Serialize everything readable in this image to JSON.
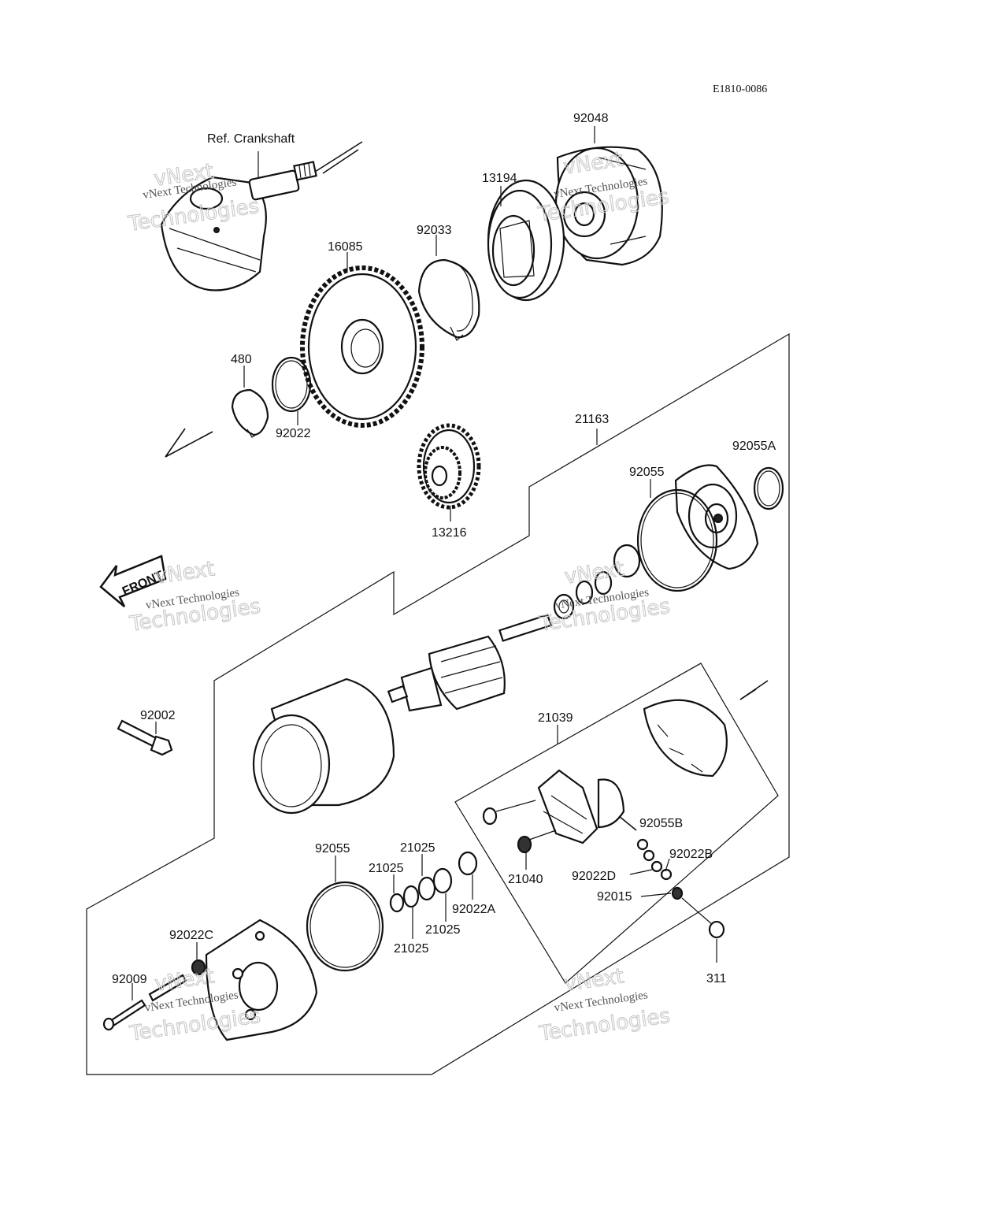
{
  "diagram": {
    "code": "E1810-0086",
    "ref_label": "Ref. Crankshaft",
    "front_label": "FRONT",
    "watermark": {
      "line1": "vNext",
      "line2": "vNext Technologies",
      "line3": "Technologies"
    },
    "labels": {
      "p92048": "92048",
      "p13194": "13194",
      "p92033": "92033",
      "p16085": "16085",
      "p480": "480",
      "p92022": "92022",
      "p21163": "21163",
      "p92055A": "92055A",
      "p92055_top": "92055",
      "p13216": "13216",
      "p92002": "92002",
      "p21039": "21039",
      "p92055B": "92055B",
      "p92022B": "92022B",
      "p92022D": "92022D",
      "p92015": "92015",
      "p311": "311",
      "p21040": "21040",
      "p92055_bot": "92055",
      "p21025_a": "21025",
      "p21025_b": "21025",
      "p21025_c": "21025",
      "p21025_d": "21025",
      "p92022A": "92022A",
      "p92022C": "92022C",
      "p92009": "92009"
    }
  }
}
